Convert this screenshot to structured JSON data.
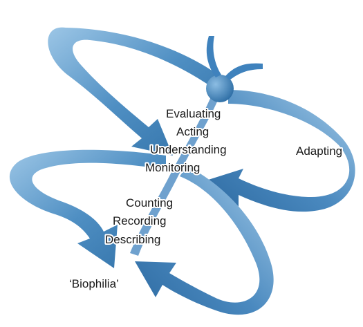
{
  "diagram": {
    "labels": {
      "evaluating": "Evaluating",
      "acting": "Acting",
      "understanding": "Understanding",
      "monitoring": "Monitoring",
      "adapting": "Adapting",
      "counting": "Counting",
      "recording": "Recording",
      "describing": "Describing",
      "biophilia": "‘Biophilia’"
    },
    "colors": {
      "ribbon_dark": "#2f6fa6",
      "ribbon_mid": "#4f8fc3",
      "ribbon_light": "#9cc6e6",
      "body": "#3f82bd",
      "text": "#1a1a1a"
    }
  }
}
